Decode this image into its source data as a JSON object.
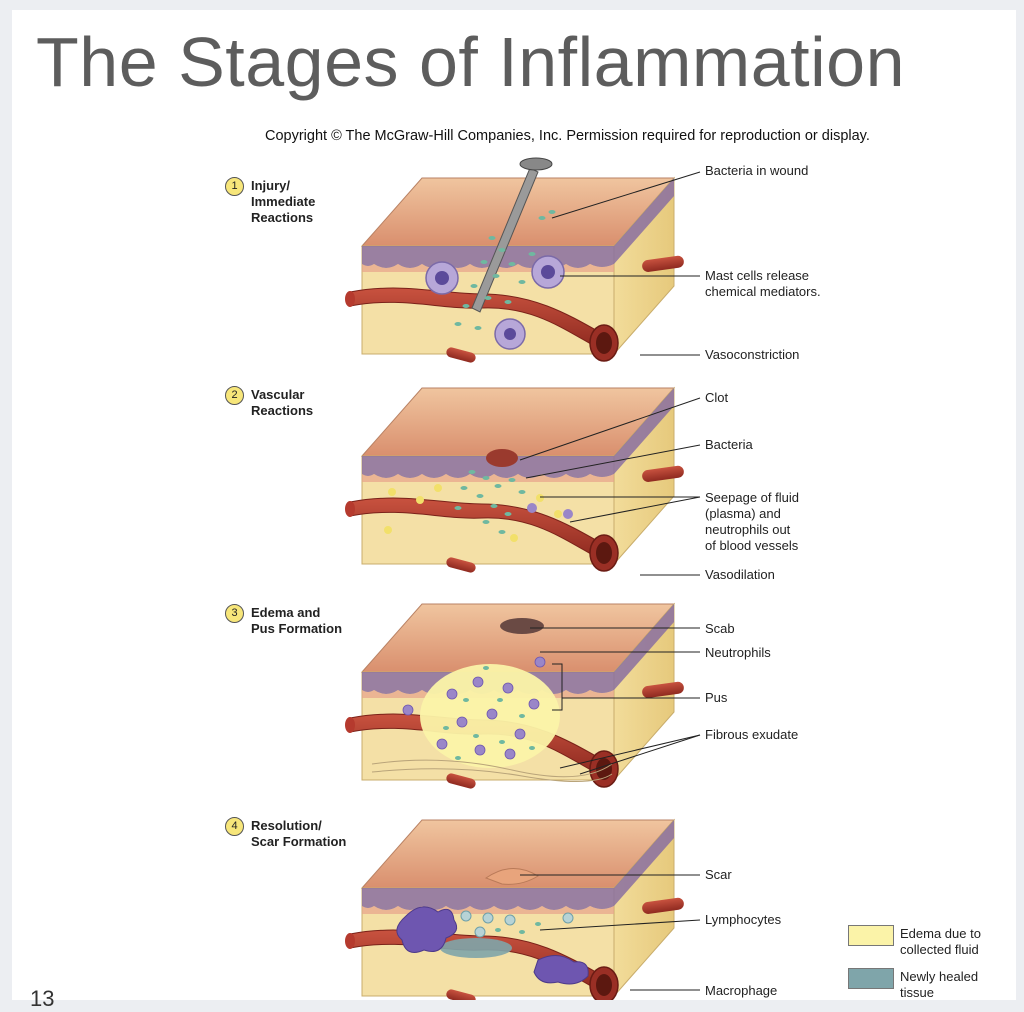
{
  "title": "The Stages of Inflammation",
  "copyright": "Copyright © The McGraw-Hill Companies, Inc. Permission required for reproduction or display.",
  "stages": [
    {
      "number": "1",
      "label": "Injury/\nImmediate\nReactions"
    },
    {
      "number": "2",
      "label": "Vascular\nReactions"
    },
    {
      "number": "3",
      "label": "Edema and\nPus Formation"
    },
    {
      "number": "4",
      "label": "Resolution/\nScar Formation"
    }
  ],
  "callouts": {
    "bacteria_in_wound": "Bacteria in wound",
    "mast_cells": "Mast cells release\nchemical mediators.",
    "vasoconstriction": "Vasoconstriction",
    "clot": "Clot",
    "bacteria": "Bacteria",
    "seepage": "Seepage of fluid\n(plasma) and\nneutrophils out\nof blood vessels",
    "vasodilation": "Vasodilation",
    "scab": "Scab",
    "neutrophils": "Neutrophils",
    "pus": "Pus",
    "fibrous_exudate": "Fibrous exudate",
    "scar": "Scar",
    "lymphocytes": "Lymphocytes",
    "macrophage": "Macrophage"
  },
  "legend": [
    {
      "label": "Edema due to\ncollected fluid",
      "color": "#fbf3a8"
    },
    {
      "label": "Newly healed\ntissue",
      "color": "#7fa5aa"
    }
  ],
  "page_number": "13",
  "colors": {
    "skin_top": "#e8b48e",
    "dermis": "#f4e0a6",
    "epidermis_band": "#8a6ea0",
    "vessel": "#b53a2e",
    "bacteria": "#6fb8a0",
    "neutrophil": "#9a86c8",
    "macrophage": "#6e56b0"
  }
}
